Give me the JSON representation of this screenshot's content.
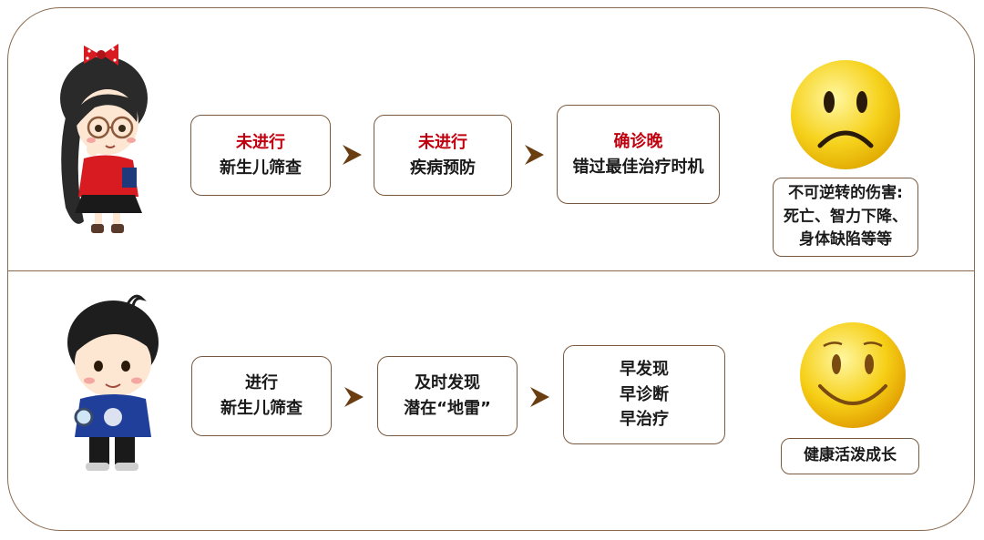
{
  "colors": {
    "border": "#7a5a3e",
    "arrow": "#6b3e12",
    "highlight": "#c0000f",
    "smiley": "#f6d21c"
  },
  "top_row": {
    "box1": {
      "line1": "未进行",
      "line2": "新生儿筛查"
    },
    "box2": {
      "line1": "未进行",
      "line2": "疾病预防"
    },
    "box3": {
      "line1": "确诊晚",
      "line2": "错过最佳治疗时机"
    },
    "outcome": {
      "line1": "不可逆转的伤害:",
      "line2": "死亡、智力下降、",
      "line3": "身体缺陷等等"
    },
    "face_icon": "sad-face-icon",
    "character_icon": "girl-character-icon"
  },
  "bottom_row": {
    "box1": {
      "line1": "进行",
      "line2": "新生儿筛查"
    },
    "box2": {
      "line1": "及时发现",
      "line2": "潜在“地雷”"
    },
    "box3": {
      "line1": "早发现",
      "line2": "早诊断",
      "line3": "早治疗"
    },
    "outcome": {
      "line1": "健康活泼成长"
    },
    "face_icon": "happy-face-icon",
    "character_icon": "boy-character-icon"
  }
}
